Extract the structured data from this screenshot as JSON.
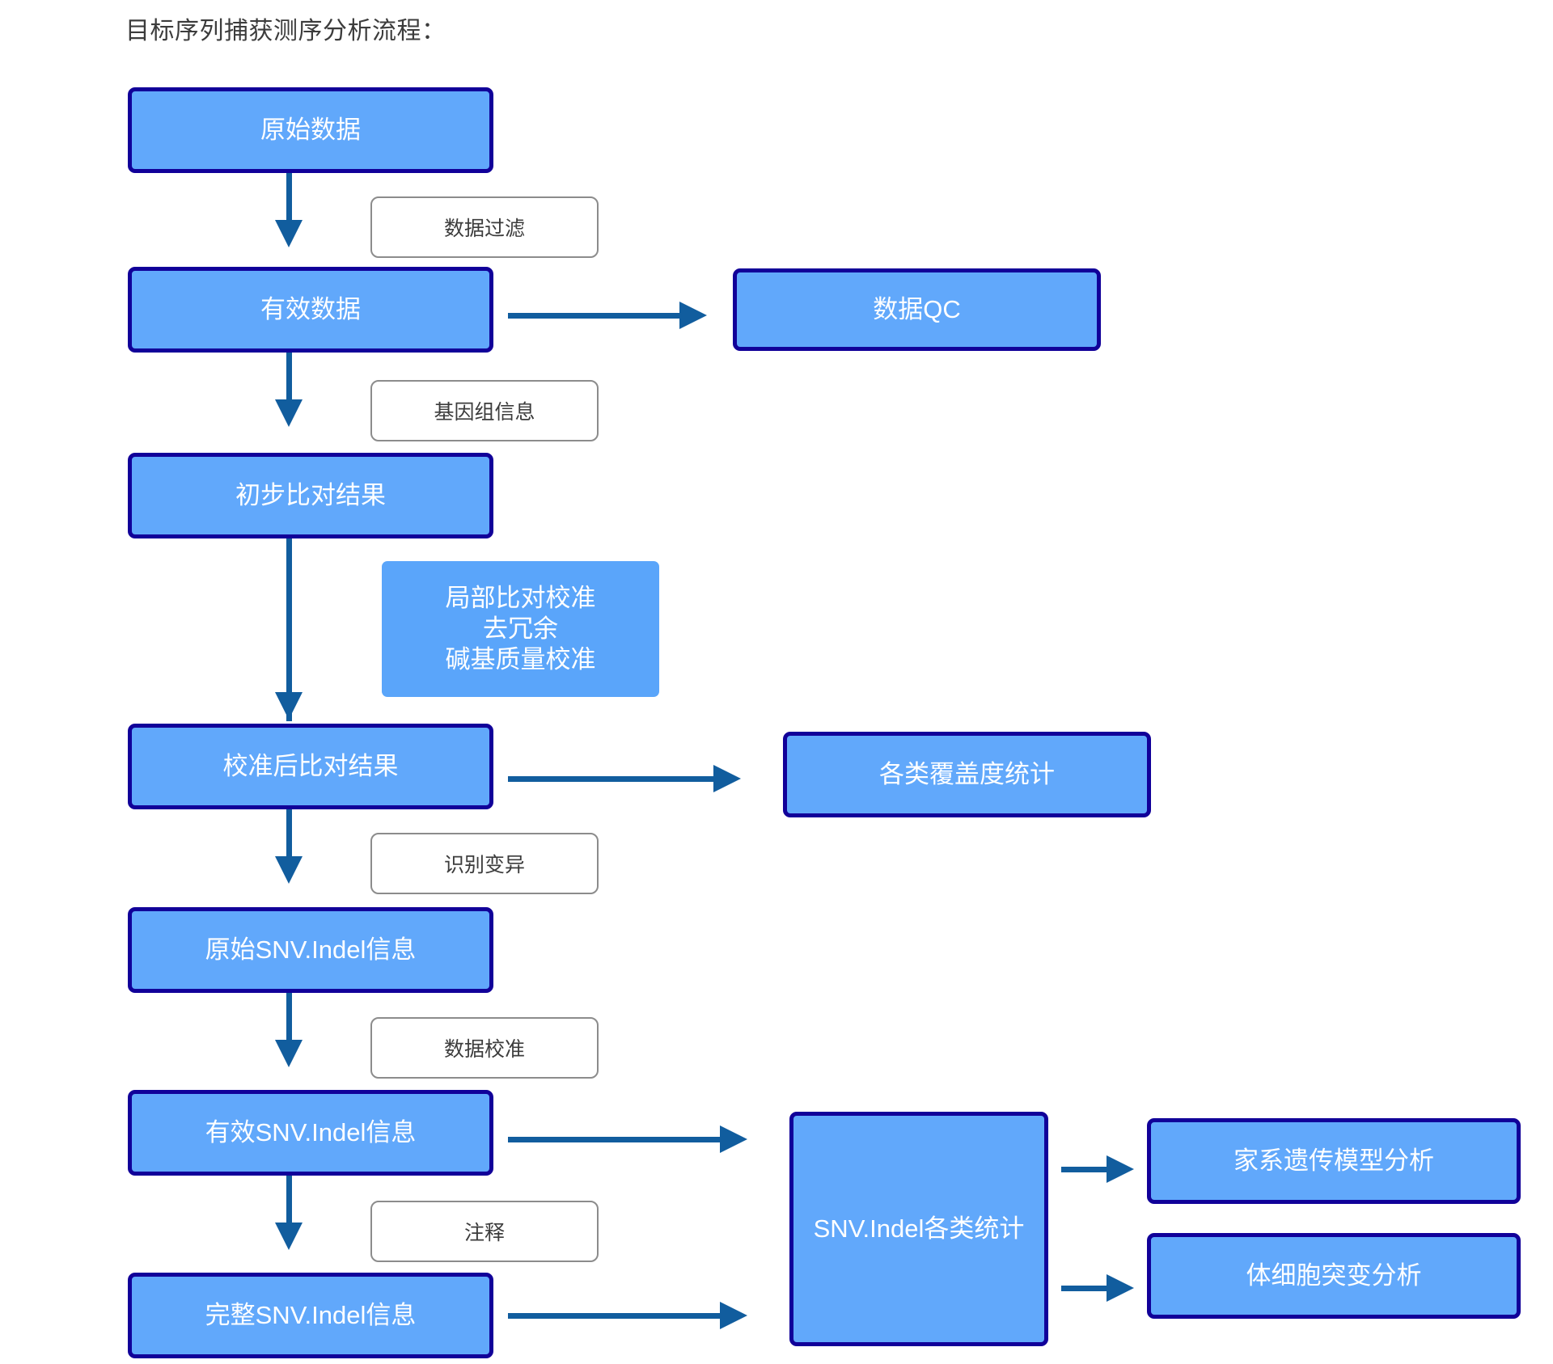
{
  "diagram": {
    "title": "目标序列捕获测序分析流程：",
    "accent_box_fill": "#61a8fb",
    "accent_box_border": "#110099",
    "connector_color": "#115d9e",
    "label_border": "#8c8c8c",
    "label_text_color": "#3c3c3c"
  },
  "nodes": {
    "raw_data": "原始数据",
    "clean_data": "有效数据",
    "data_qc": "数据QC",
    "initial_alignment": "初步比对结果",
    "realign_note": "局部比对校准\n去冗余\n碱基质量校准",
    "calibrated_alignment": "校准后比对结果",
    "coverage_stats": "各类覆盖度统计",
    "raw_snv_indel": "原始SNV.Indel信息",
    "valid_snv_indel": "有效SNV.Indel信息",
    "full_snv_indel": "完整SNV.Indel信息",
    "snv_indel_stats": "SNV.Indel各类统计",
    "pedigree_analysis": "家系遗传模型分析",
    "somatic_analysis": "体细胞突变分析"
  },
  "edge_labels": {
    "data_filter": "数据过滤",
    "genome_info": "基因组信息",
    "variant_calling": "识别变异",
    "data_calibration": "数据校准",
    "annotation": "注释"
  }
}
